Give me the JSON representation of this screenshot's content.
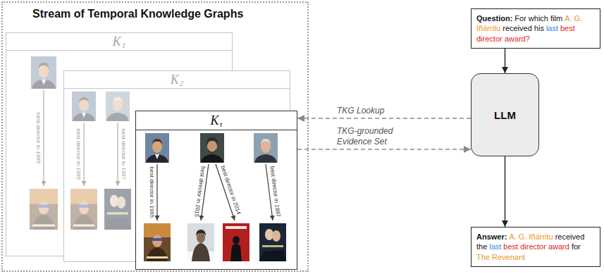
{
  "diagram": {
    "nodes": [
      {
        "text": [
          "Stream of Temporal Knowledge Graphs"
        ]
      },
      {
        "text": [
          "K",
          "1"
        ],
        "in": 0
      },
      {
        "text": [
          "K",
          "2"
        ],
        "in": 0
      },
      {
        "text": [
          "K",
          "τ"
        ],
        "in": 0
      },
      {
        "text": [
          "Question:",
          "For which film",
          "A. G. Iñárritu",
          "received his",
          "last",
          "best director award?"
        ]
      },
      {
        "text": [
          "LLM"
        ]
      },
      {
        "text": [
          "Answer:",
          "A. G. Iñárritu",
          "received the",
          "last",
          "best director award",
          "for",
          "The Revenant"
        ]
      }
    ],
    "edges": [
      {
        "from": 4,
        "to": 5,
        "arrow": "to"
      },
      {
        "from": 5,
        "to": 3,
        "arrow": "to",
        "label": "TKG Lookup"
      },
      {
        "from": 3,
        "to": 5,
        "arrow": "to",
        "label": "TKG-grounded Evidence Set"
      },
      {
        "from": 5,
        "to": 6,
        "arrow": "to"
      }
    ],
    "labels": [
      "best director in 1995",
      "best director in 1995",
      "best director in 1997",
      "best director in 1995",
      "best director in 2015",
      "best director in 2014",
      "best director in 1997"
    ]
  }
}
